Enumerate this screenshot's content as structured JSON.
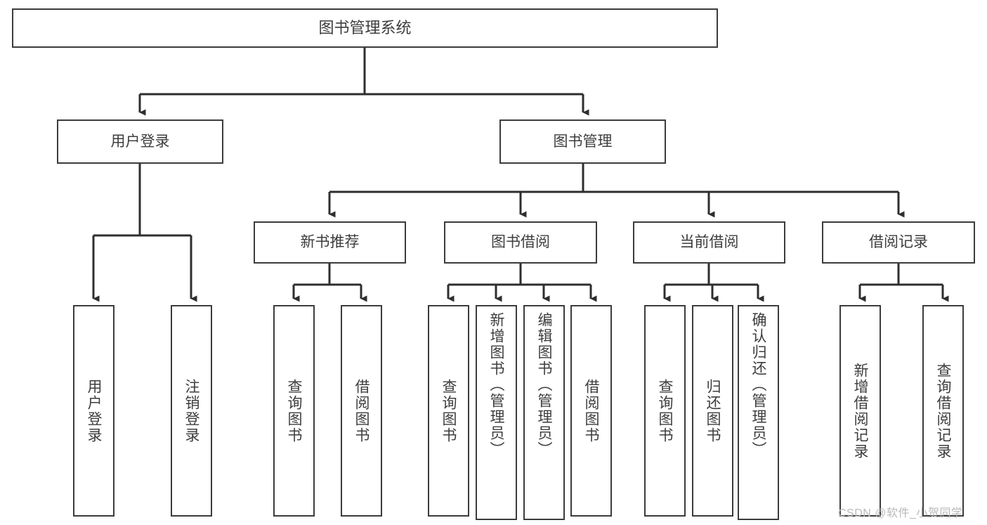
{
  "diagram": {
    "type": "tree-hierarchy",
    "title": "图书管理系统",
    "watermark": "CSDN @软件_小贺同学",
    "colors": {
      "box_border": "#3c3c3c",
      "box_fill": "#ffffff",
      "text": "#3d3d3d",
      "edge": "#2e2e2e",
      "watermark": "#b9b9b9",
      "background": "#ffffff"
    },
    "levels": {
      "level1": [
        {
          "id": "root",
          "label": "图书管理系统",
          "orientation": "horizontal"
        }
      ],
      "level2": [
        {
          "id": "user-login",
          "label": "用户登录",
          "orientation": "horizontal"
        },
        {
          "id": "book-management",
          "label": "图书管理",
          "orientation": "horizontal"
        }
      ],
      "level3": [
        {
          "id": "new-book-recommend",
          "label": "新书推荐",
          "orientation": "horizontal",
          "parent": "book-management"
        },
        {
          "id": "book-borrow",
          "label": "图书借阅",
          "orientation": "horizontal",
          "parent": "book-management"
        },
        {
          "id": "current-borrow",
          "label": "当前借阅",
          "orientation": "horizontal",
          "parent": "book-management"
        },
        {
          "id": "borrow-record",
          "label": "借阅记录",
          "orientation": "horizontal",
          "parent": "book-management"
        }
      ],
      "level4": [
        {
          "id": "leaf-user-login",
          "label": "用户登录",
          "orientation": "vertical",
          "parent": "user-login"
        },
        {
          "id": "leaf-logout",
          "label": "注销登录",
          "orientation": "vertical",
          "parent": "user-login"
        },
        {
          "id": "leaf-query-book-1",
          "label": "查询图书",
          "orientation": "vertical",
          "parent": "new-book-recommend"
        },
        {
          "id": "leaf-borrow-book-1",
          "label": "借阅图书",
          "orientation": "vertical",
          "parent": "new-book-recommend"
        },
        {
          "id": "leaf-query-book-2",
          "label": "查询图书",
          "orientation": "vertical",
          "parent": "book-borrow"
        },
        {
          "id": "leaf-add-book",
          "label": "新增图书（管理员）",
          "orientation": "vertical",
          "parent": "book-borrow"
        },
        {
          "id": "leaf-edit-book",
          "label": "编辑图书（管理员）",
          "orientation": "vertical",
          "parent": "book-borrow"
        },
        {
          "id": "leaf-borrow-book-2",
          "label": "借阅图书",
          "orientation": "vertical",
          "parent": "book-borrow"
        },
        {
          "id": "leaf-query-book-3",
          "label": "查询图书",
          "orientation": "vertical",
          "parent": "current-borrow"
        },
        {
          "id": "leaf-return-book",
          "label": "归还图书",
          "orientation": "vertical",
          "parent": "current-borrow"
        },
        {
          "id": "leaf-confirm-return",
          "label": "确认归还（管理员）",
          "orientation": "vertical",
          "parent": "current-borrow"
        },
        {
          "id": "leaf-add-record",
          "label": "新增借阅记录",
          "orientation": "vertical",
          "parent": "borrow-record"
        },
        {
          "id": "leaf-query-record",
          "label": "查询借阅记录",
          "orientation": "vertical",
          "parent": "borrow-record"
        }
      ]
    }
  }
}
